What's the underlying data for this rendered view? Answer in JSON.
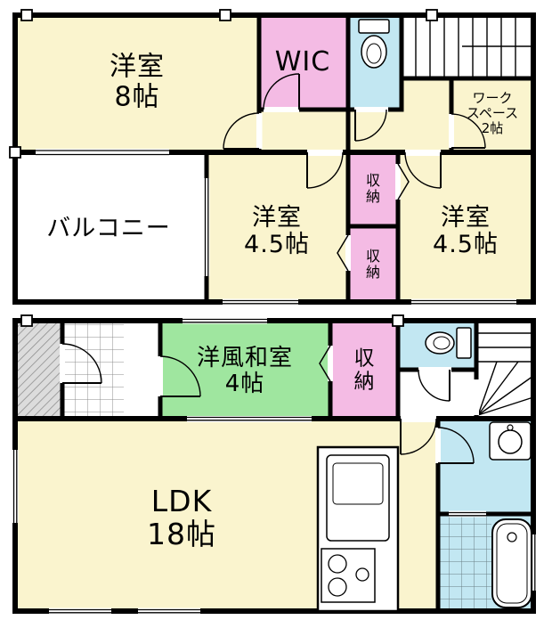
{
  "colors": {
    "room_cream": "#FAF4CE",
    "room_pink": "#F4BBE4",
    "room_green": "#9FE69F",
    "water_blue": "#C2E7F2",
    "porch_gray": "#DCDCDC",
    "wall": "#000000"
  },
  "floor2": {
    "yoshitsu8": {
      "l1": "洋室",
      "l2": "8帖"
    },
    "wic": {
      "l1": "WIC"
    },
    "workspace": {
      "l1": "ワーク",
      "l2": "スペース",
      "l3": "2帖"
    },
    "balcony": {
      "l1": "バルコニー"
    },
    "yoshitsu45_center": {
      "l1": "洋室",
      "l2": "4.5帖"
    },
    "storage_top": {
      "l1": "収",
      "l2": "納"
    },
    "storage_bottom": {
      "l1": "収",
      "l2": "納"
    },
    "yoshitsu45_right": {
      "l1": "洋室",
      "l2": "4.5帖"
    }
  },
  "floor1": {
    "western_style_japanese_room": {
      "l1": "洋風和室",
      "l2": "4帖"
    },
    "storage": {
      "l1": "収",
      "l2": "納"
    },
    "ldk": {
      "l1": "LDK",
      "l2": "18帖"
    }
  }
}
